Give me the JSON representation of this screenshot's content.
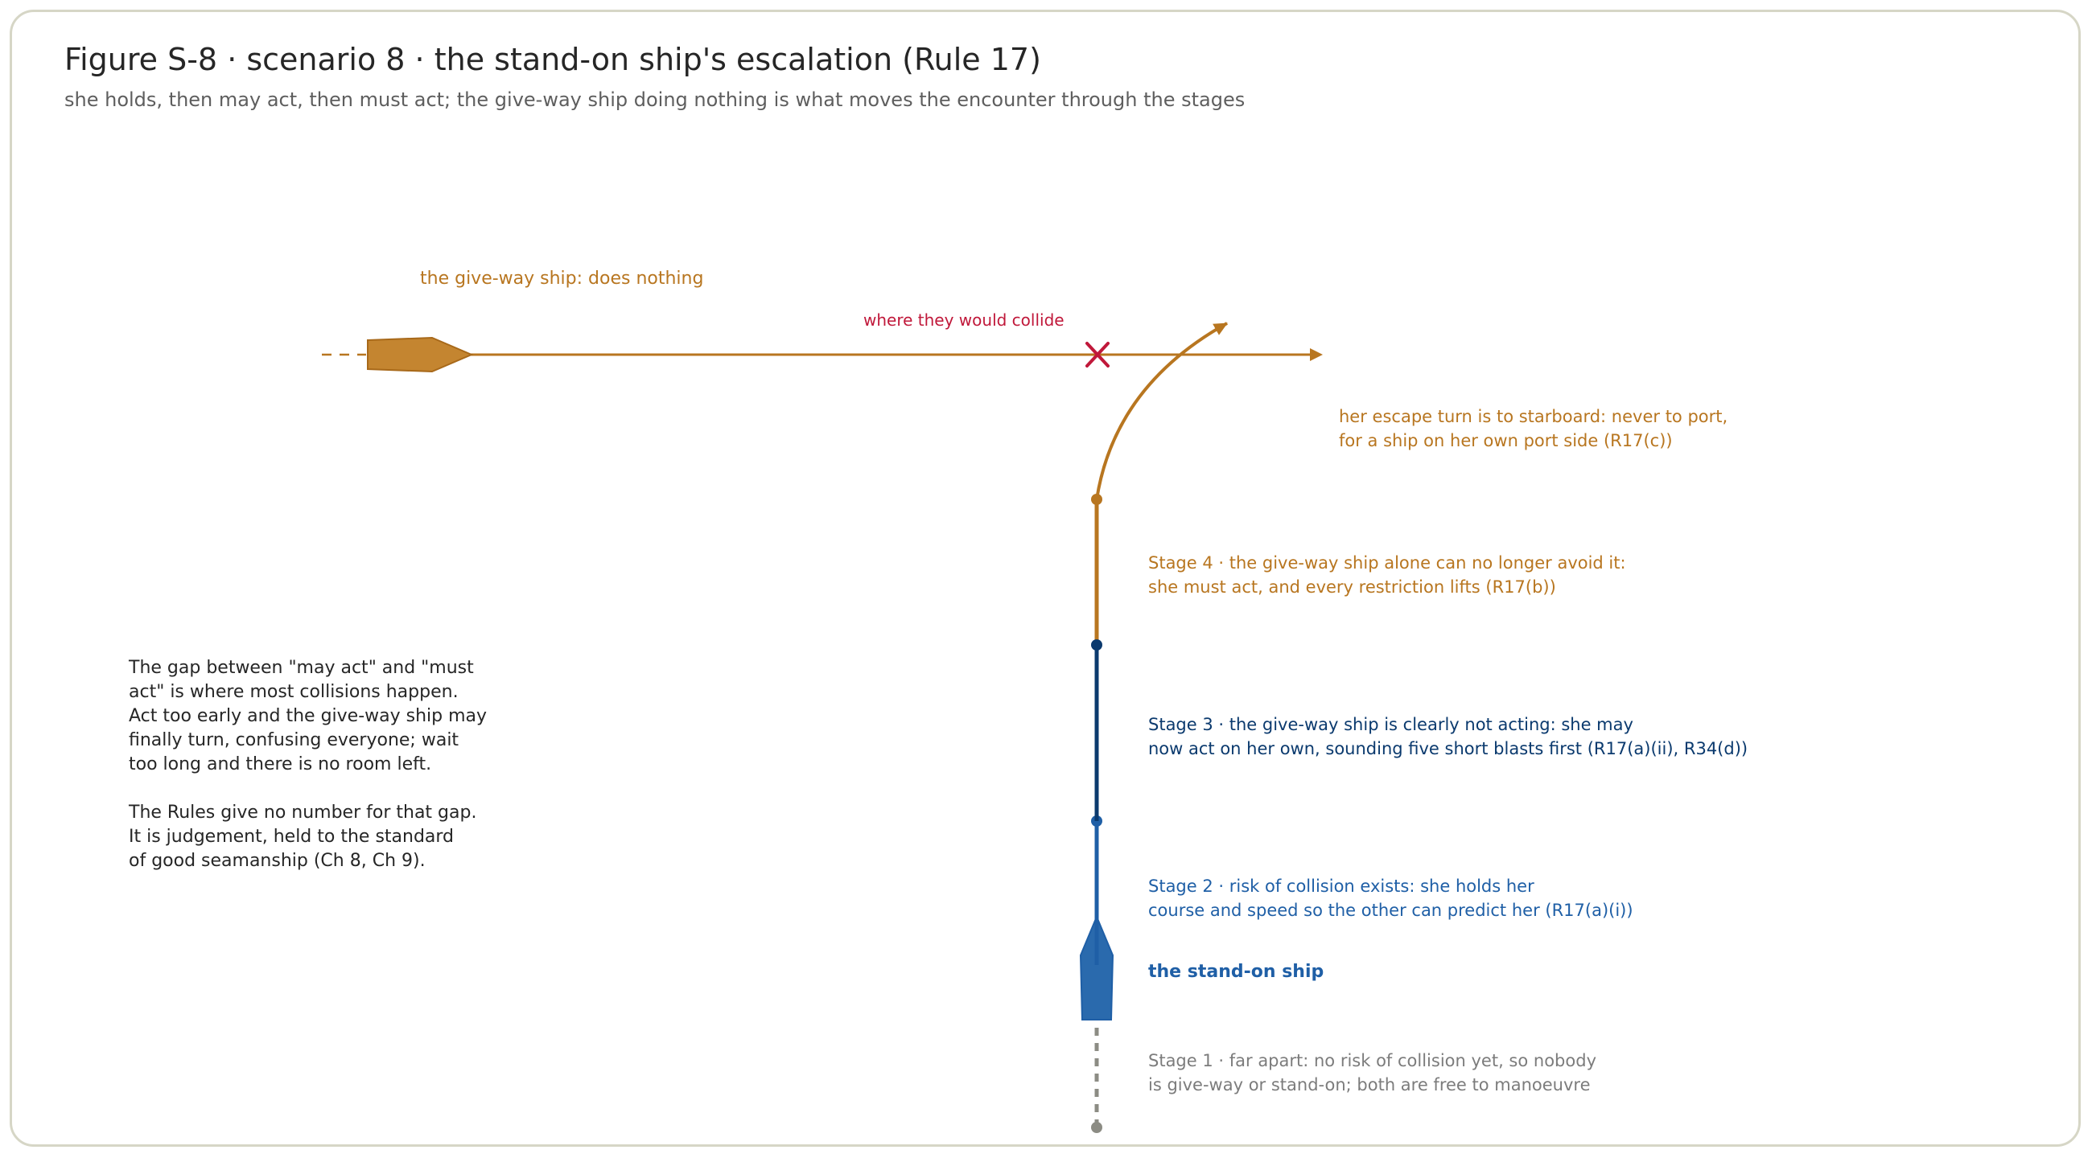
{
  "title": "Figure S-8 · scenario 8 · the stand-on ship's escalation (Rule 17)",
  "subtitle": "she holds, then may act, then must act; the give-way ship doing nothing is what moves the encounter through the stages",
  "colors": {
    "give_way": "#b87620",
    "give_way_fill": "#c48530",
    "stand_on_light": "#1f5fa6",
    "stand_on_dark": "#0b3a6e",
    "collision": "#c0183a",
    "stage1": "#7c7c7c",
    "frame": "#d6d6c6",
    "text": "#262626"
  },
  "labels": {
    "give_way_ship": "the give-way ship: does nothing",
    "collision_point": "where they would collide",
    "escape_turn": [
      "her escape turn is to starboard: never to port,",
      "for a ship on her own port side (R17(c))"
    ],
    "stand_on_ship": "the stand-on ship"
  },
  "stages": [
    {
      "name": "stage-4",
      "lines": [
        "Stage 4 · the give-way ship alone can no longer avoid it:",
        "she must act, and every restriction lifts (R17(b))"
      ]
    },
    {
      "name": "stage-3",
      "lines": [
        "Stage 3 · the give-way ship is clearly not acting: she may",
        "now act on her own, sounding five short blasts first (R17(a)(ii), R34(d))"
      ]
    },
    {
      "name": "stage-2",
      "lines": [
        "Stage 2 · risk of collision exists: she holds her",
        "course and speed so the other can predict her (R17(a)(i))"
      ]
    },
    {
      "name": "stage-1",
      "lines": [
        "Stage 1 · far apart: no risk of collision yet, so nobody",
        "is give-way or stand-on; both are free to manoeuvre"
      ]
    }
  ],
  "note": {
    "paragraph1": [
      "The gap between \"may act\" and \"must",
      "act\" is where most collisions happen.",
      "Act too early and the give-way ship may",
      "finally turn, confusing everyone; wait",
      "too long and there is no room left."
    ],
    "paragraph2": [
      "The Rules give no number for that gap.",
      "It is judgement, held to the standard",
      "of good seamanship (Ch 8, Ch 9)."
    ]
  }
}
